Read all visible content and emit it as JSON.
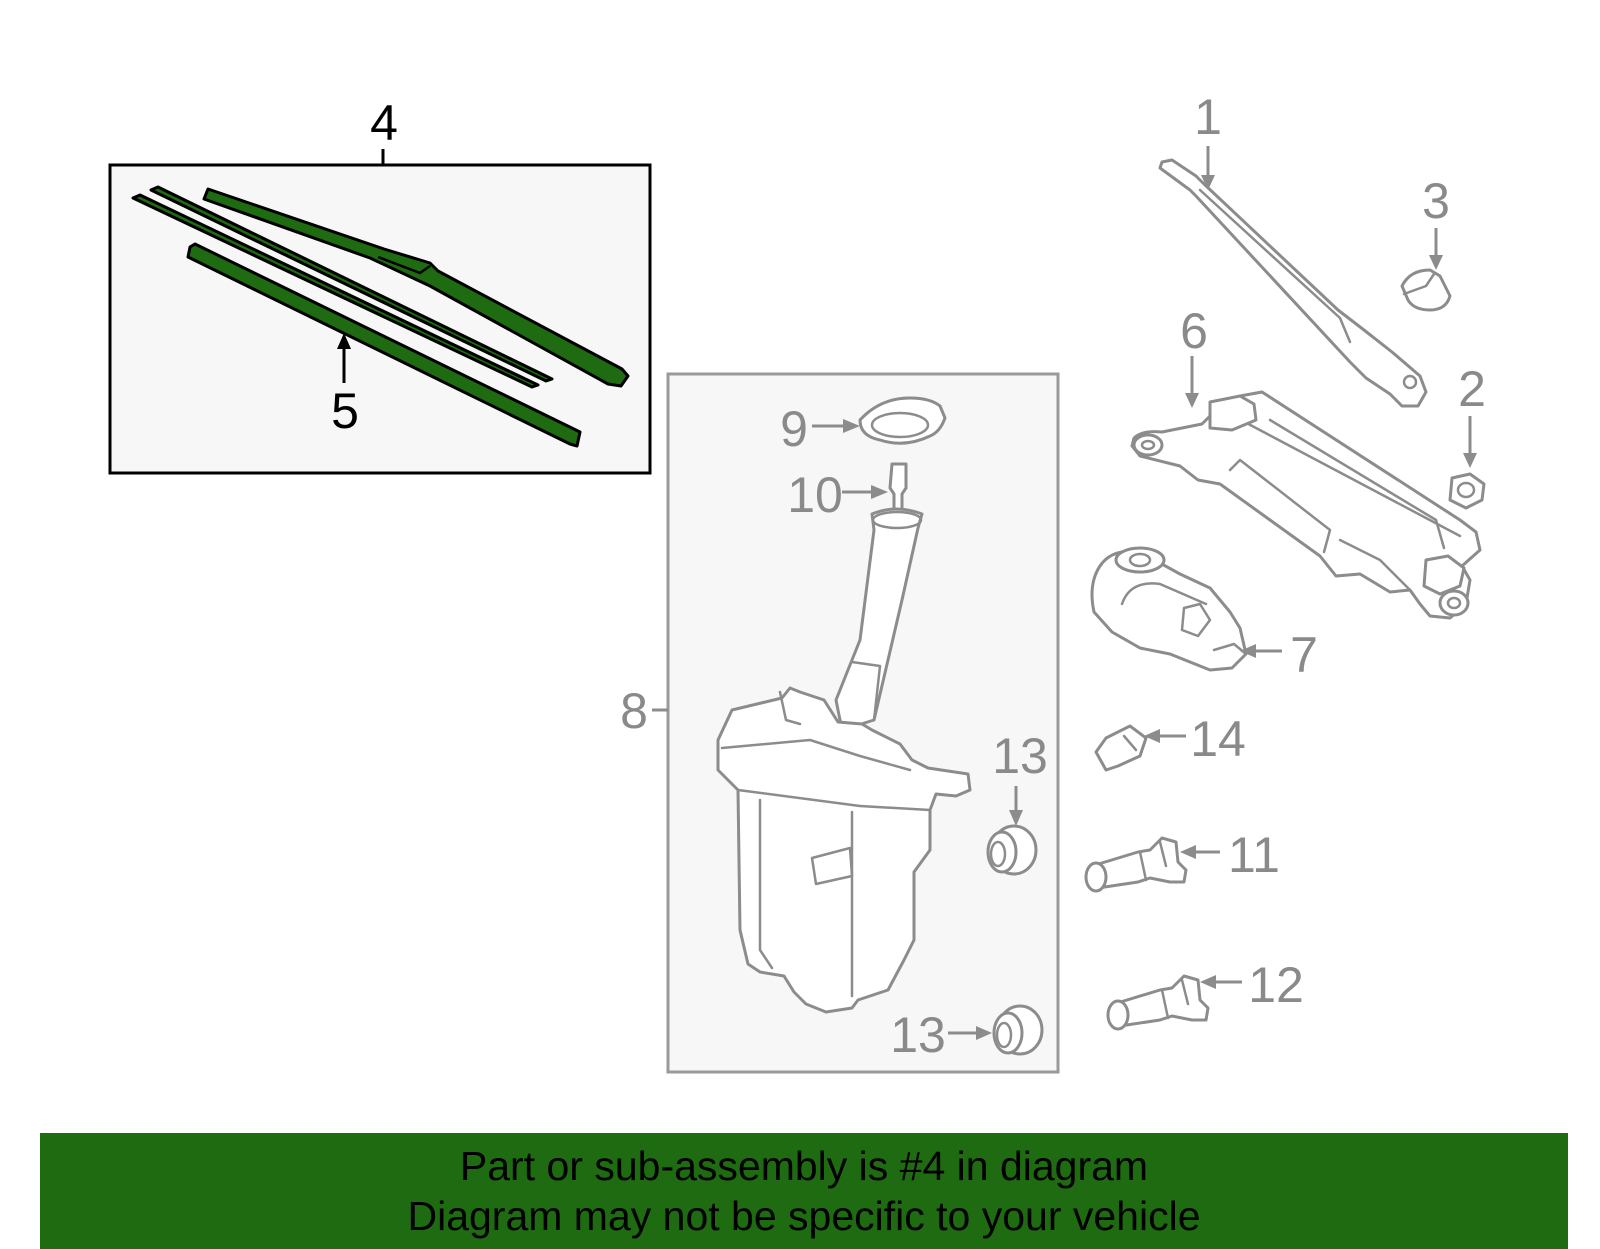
{
  "callouts": {
    "c1": "1",
    "c2": "2",
    "c3": "3",
    "c4": "4",
    "c5": "5",
    "c6": "6",
    "c7": "7",
    "c8": "8",
    "c9": "9",
    "c10": "10",
    "c11": "11",
    "c12": "12",
    "c13a": "13",
    "c13b": "13",
    "c14": "14"
  },
  "highlighted_part": "4",
  "colors": {
    "highlight": "#1e6b12",
    "line_gray": "#8c8c8c",
    "box_fill": "#f7f7f7"
  },
  "banner": {
    "line1": "Part or sub-assembly is #4 in diagram",
    "line2": "Diagram may not be specific to your vehicle"
  }
}
